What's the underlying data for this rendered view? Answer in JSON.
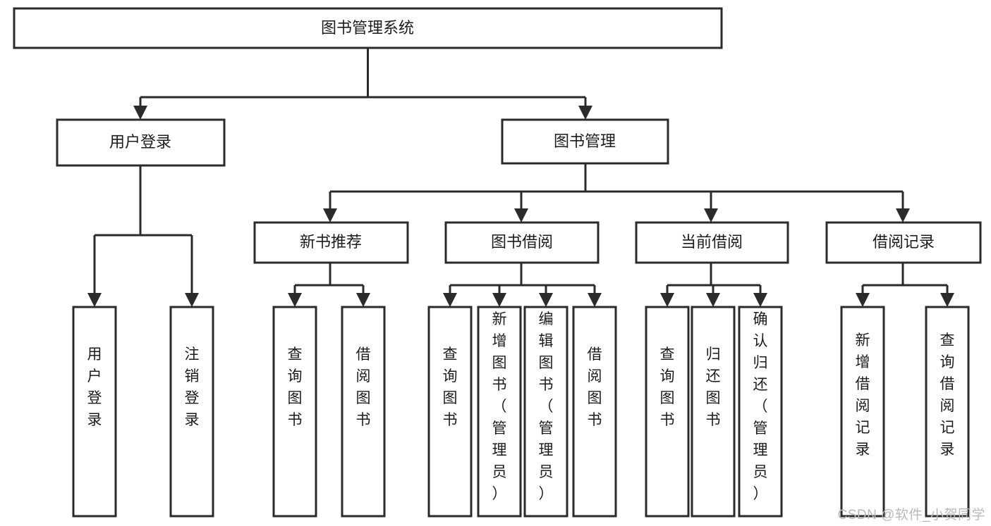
{
  "diagram": {
    "type": "tree-hierarchy",
    "title": "图书管理系统",
    "watermark": "CSDN @软件_小贺同学",
    "colors": {
      "stroke": "#2b2b2b",
      "fill": "#ffffff",
      "text": "#1c1c1c",
      "watermark": "#b9b9b9",
      "background": "#ffffff"
    },
    "nodes": {
      "root": {
        "label": "图书管理系统",
        "orientation": "horizontal"
      },
      "level2": [
        {
          "id": "user-login",
          "label": "用户登录",
          "orientation": "horizontal"
        },
        {
          "id": "book-management",
          "label": "图书管理",
          "orientation": "horizontal"
        }
      ],
      "level3": [
        {
          "id": "new-book-recommend",
          "label": "新书推荐",
          "orientation": "horizontal"
        },
        {
          "id": "book-borrow",
          "label": "图书借阅",
          "orientation": "horizontal"
        },
        {
          "id": "current-borrow",
          "label": "当前借阅",
          "orientation": "horizontal"
        },
        {
          "id": "borrow-record",
          "label": "借阅记录",
          "orientation": "horizontal"
        }
      ],
      "leaves": {
        "user-login": [
          {
            "id": "leaf-user-login",
            "label": "用户登录",
            "orientation": "vertical"
          },
          {
            "id": "leaf-logout",
            "label": "注销登录",
            "orientation": "vertical"
          }
        ],
        "new-book-recommend": [
          {
            "id": "leaf-query-book-1",
            "label": "查询图书",
            "orientation": "vertical"
          },
          {
            "id": "leaf-borrow-book-1",
            "label": "借阅图书",
            "orientation": "vertical"
          }
        ],
        "book-borrow": [
          {
            "id": "leaf-query-book-2",
            "label": "查询图书",
            "orientation": "vertical"
          },
          {
            "id": "leaf-add-book",
            "label": "新增图书（管理员）",
            "orientation": "vertical"
          },
          {
            "id": "leaf-edit-book",
            "label": "编辑图书（管理员）",
            "orientation": "vertical"
          },
          {
            "id": "leaf-borrow-book-2",
            "label": "借阅图书",
            "orientation": "vertical"
          }
        ],
        "current-borrow": [
          {
            "id": "leaf-query-book-3",
            "label": "查询图书",
            "orientation": "vertical"
          },
          {
            "id": "leaf-return-book",
            "label": "归还图书",
            "orientation": "vertical"
          },
          {
            "id": "leaf-confirm-return",
            "label": "确认归还（管理员）",
            "orientation": "vertical"
          }
        ],
        "borrow-record": [
          {
            "id": "leaf-add-record",
            "label": "新增借阅记录",
            "orientation": "vertical"
          },
          {
            "id": "leaf-query-record",
            "label": "查询借阅记录",
            "orientation": "vertical"
          }
        ]
      }
    }
  }
}
